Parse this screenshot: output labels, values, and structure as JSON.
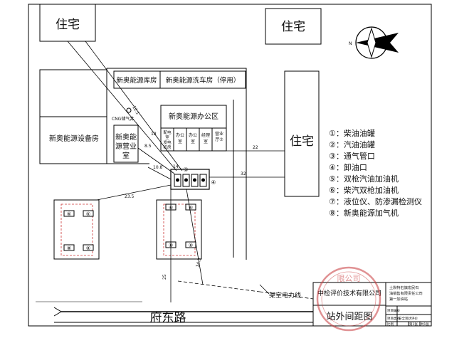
{
  "buildings": {
    "residence_top_left": "住宅",
    "residence_top_right": "住宅",
    "residence_right": "住宅",
    "warehouse": "新奥能源库房",
    "car_wash": "新奥能源洗车房（停用）",
    "equipment_room": "新奥能源设备房",
    "sales_room": "新奥能源营业室",
    "office": "新奥能源办公区",
    "office_rooms": [
      "配电室发电机房",
      "办公室",
      "办公室",
      "经理室",
      "营业厅⑦"
    ]
  },
  "labels": {
    "cng_tank": "CNG储气井",
    "road": "府东路",
    "power_line": "架空电力线",
    "north": "N"
  },
  "distances": [
    "8.5",
    "18",
    "22",
    "32",
    "10.8",
    "14",
    "23.5",
    "25",
    "14.3",
    "12.1"
  ],
  "pump_markers": [
    "⑥",
    "⑥",
    "⑧",
    "⑧",
    "⑥",
    "⑥",
    "⑧",
    "⑧"
  ],
  "tank_markers": [
    "①",
    "②",
    "③",
    "④"
  ],
  "legend": [
    "①：柴油油罐",
    "②：汽油油罐",
    "③：通气管口",
    "④：卸油口",
    "⑤：双枪汽油加油机",
    "⑥：柴汽双枪加油机",
    "⑦：液位仪、防渗漏检测仪",
    "⑧：新奥能源加气机"
  ],
  "title_block": {
    "company": "中检评价技术有限公司",
    "drawing_title": "站外间距图",
    "project_name": "土默特右旗宏民石油销售有限责任公司第一加油站",
    "project_code_label": "项目编号",
    "project_type_label": "项目类别",
    "project_type_value": "安全现状评价",
    "scale_label": "比例",
    "sheet_label": "第1张",
    "total_label": "共1张"
  },
  "stamp_text": "限公司"
}
